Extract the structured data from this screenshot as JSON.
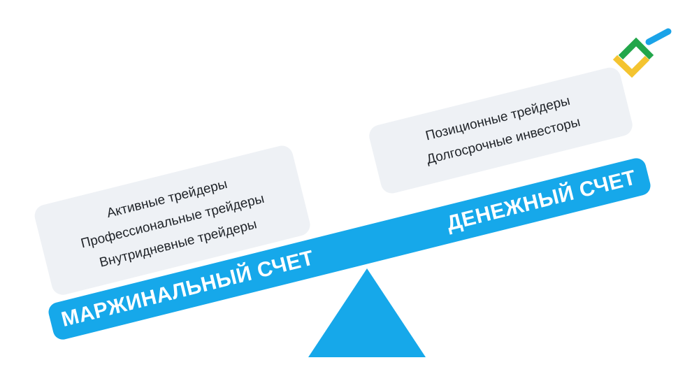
{
  "diagram": {
    "left": {
      "label": "МАРЖИНАЛЬНЫЙ СЧЕТ",
      "items": [
        "Активные трейдеры",
        "Профессиональные трейдеры",
        "Внутридневные трейдеры"
      ]
    },
    "right": {
      "label": "ДЕНЕЖНЫЙ СЧЕТ",
      "items": [
        "Позиционные трейдеры",
        "Долгосрочные инвесторы"
      ]
    }
  },
  "colors": {
    "beam": "#16a8ea",
    "card": "#eef1f5",
    "text": "#1f2328",
    "logo_green": "#22a64a",
    "logo_yellow": "#f4c430",
    "logo_blue": "#1aa3e8"
  },
  "icons": {
    "brand_logo": "litefinance-logo-icon"
  }
}
